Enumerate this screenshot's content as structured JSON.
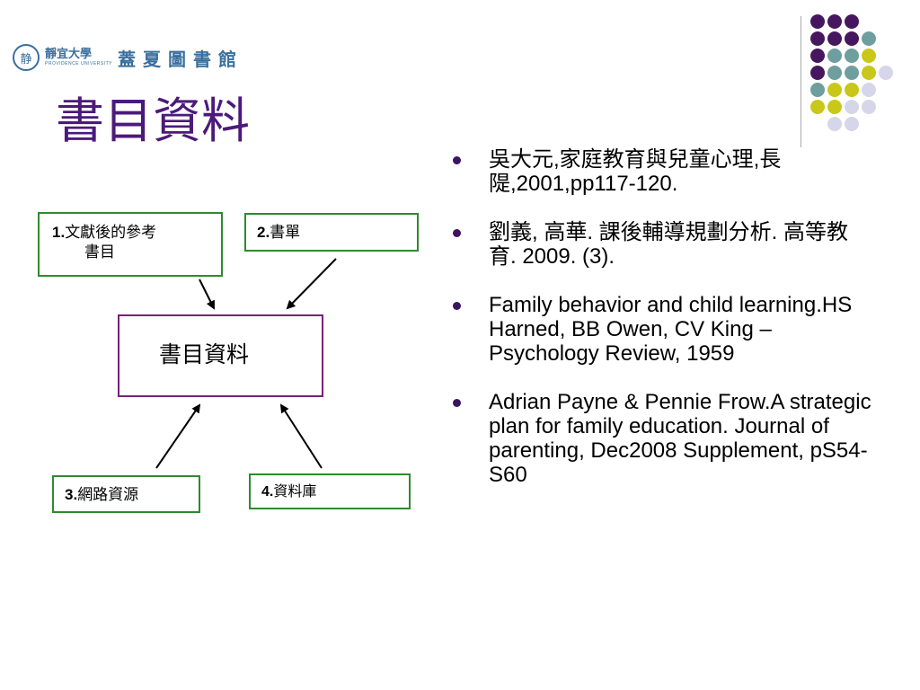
{
  "logo": {
    "seal_glyph": "静",
    "university": "靜宜大學",
    "university_en": "PROVIDENCE UNIVERSITY",
    "library": "蓋夏圖書館"
  },
  "title": "書目資料",
  "diagram": {
    "box1": {
      "num": "1.",
      "text": "文獻後的參考",
      "text2": "書目"
    },
    "box2": {
      "num": "2.",
      "text": "書單"
    },
    "center": {
      "text": "書目資料"
    },
    "box3": {
      "num": "3.",
      "text": "網路資源"
    },
    "box4": {
      "num": "4.",
      "text": "資料庫"
    }
  },
  "references": [
    "吳大元,家庭教育與兒童心理,長隄,2001,pp117-120.",
    "劉義, 高華. 課後輔導規劃分析. 高等教育. 2009. (3).",
    "Family behavior and child learning.HS Harned, BB Owen, CV King – Psychology Review, 1959",
    "Adrian Payne & Pennie Frow.A strategic plan for family education.  Journal of parenting, Dec2008 Supplement, pS54-S60"
  ],
  "colors": {
    "title": "#4b1a7a",
    "box_green": "#2f8a2f",
    "box_purple": "#7a1f7a",
    "dot_purple": "#46175f",
    "dot_teal": "#6f9e9e",
    "dot_yellow": "#c9c81a",
    "dot_lavender": "#d6d6ea",
    "bullet": "#3b1460"
  }
}
